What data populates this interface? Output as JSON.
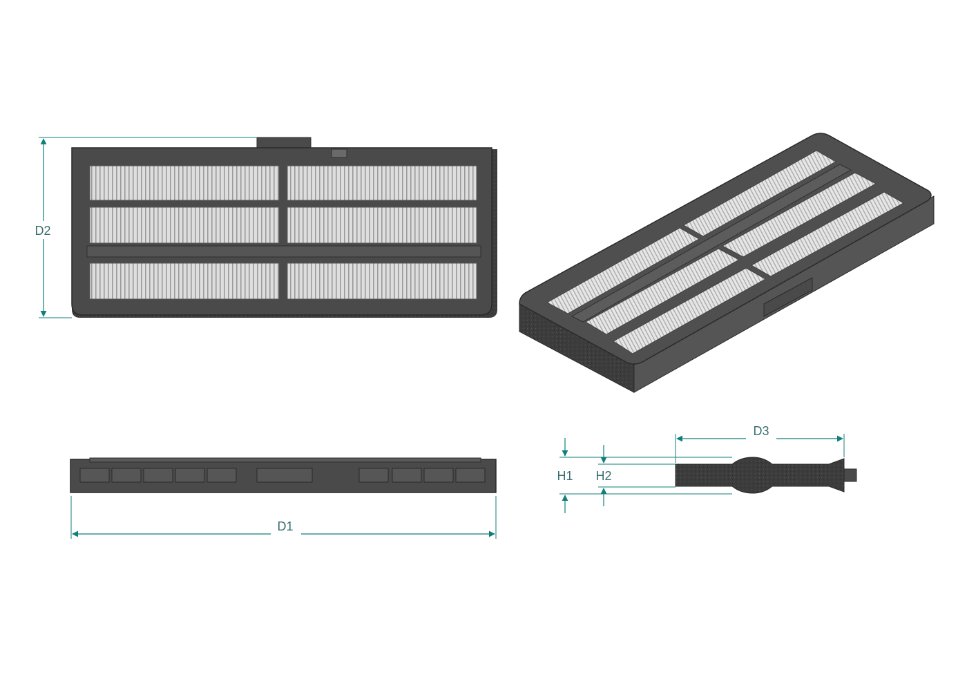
{
  "colors": {
    "dimension": "#0f7f7a",
    "frame": "#4a4a4a",
    "frame_dark": "#2f2f2f",
    "media": "#d9d9d9",
    "pleat": "#9a9a9a",
    "carbon": "#3d3d3d",
    "label": "#3a6f70"
  },
  "labels": {
    "d1": "D1",
    "d2": "D2",
    "d3": "D3",
    "h1": "H1",
    "h2": "H2"
  }
}
